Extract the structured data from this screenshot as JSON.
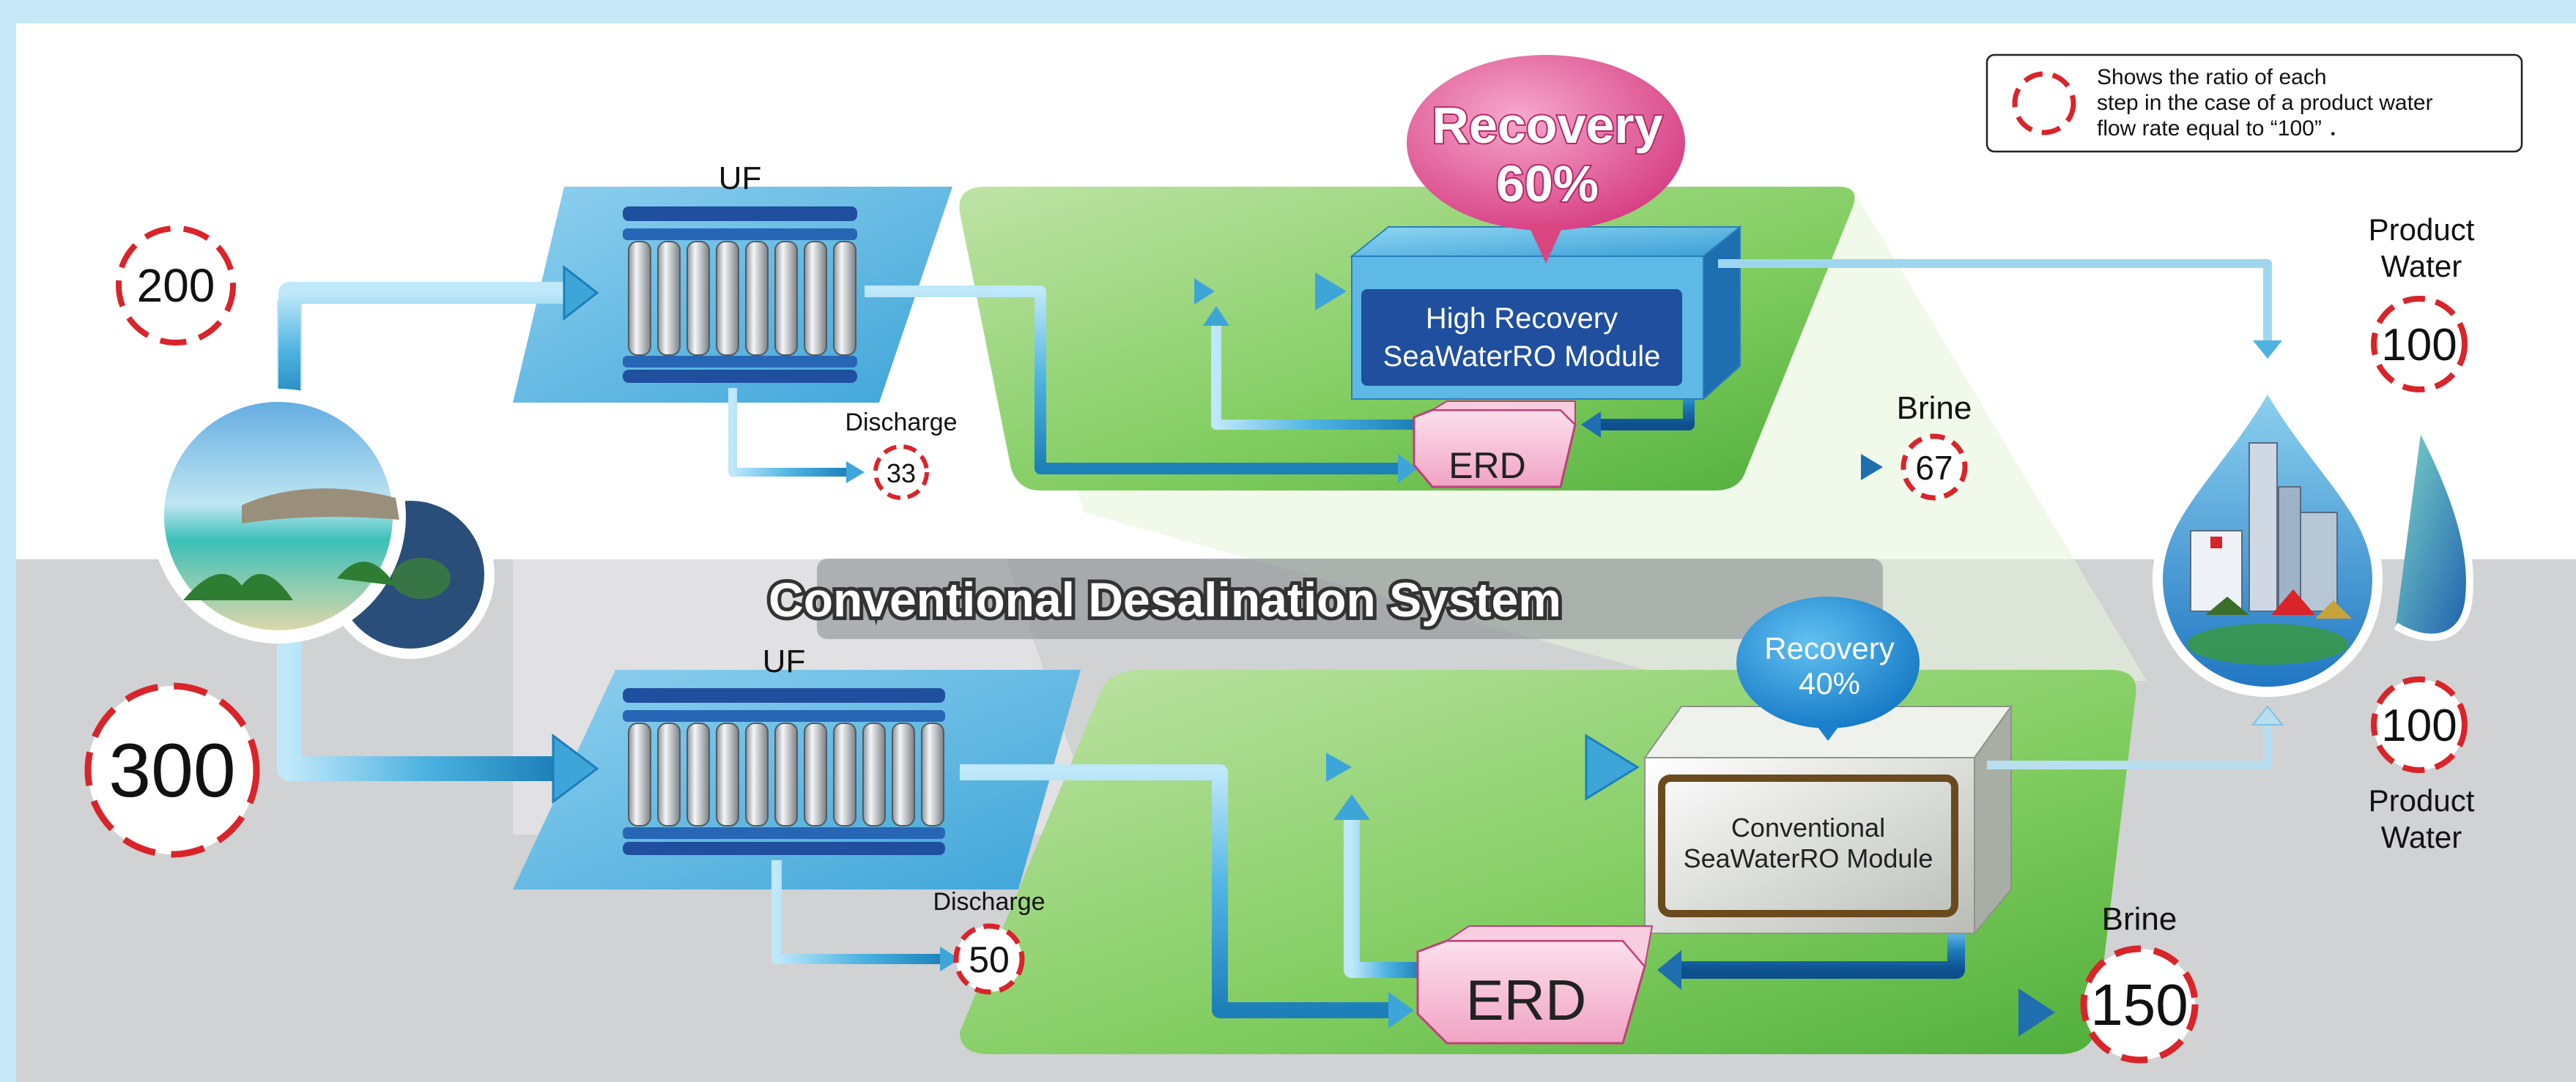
{
  "legend": {
    "line1": "Shows the ratio of each",
    "line2": "step in the case of a product water",
    "line3": "flow rate equal to “100” ．"
  },
  "banner_title": "Conventional Desalination System",
  "intake": {
    "top_ratio": "200",
    "bottom_ratio": "300"
  },
  "top_system": {
    "uf_label": "UF",
    "recovery_label": "Recovery",
    "recovery_value": "60%",
    "module_line1": "High Recovery",
    "module_line2": "SeaWaterRO Module",
    "erd_label": "ERD",
    "discharge_label": "Discharge",
    "discharge_ratio": "33",
    "brine_label": "Brine",
    "brine_ratio": "67",
    "product_label_line1": "Product",
    "product_label_line2": "Water",
    "product_ratio": "100"
  },
  "bottom_system": {
    "uf_label": "UF",
    "recovery_label": "Recovery",
    "recovery_value": "40%",
    "module_line1": "Conventional",
    "module_line2": "SeaWaterRO Module",
    "erd_label": "ERD",
    "discharge_label": "Discharge",
    "discharge_ratio": "50",
    "brine_label": "Brine",
    "brine_ratio": "150",
    "product_label_line1": "Product",
    "product_label_line2": "Water",
    "product_ratio": "100"
  },
  "colors": {
    "sky": "#c6e8f7",
    "white_panel": "#ffffff",
    "gray_panel": "#d1d2d4",
    "green": "#6cbf4e",
    "pipe_blue": "#5ab6de",
    "ratio_red": "#d9242a",
    "recovery_pink": "#e0488c",
    "recovery_blue": "#1f8fd6",
    "module_navy": "#1f4f9e",
    "erd_pink": "#f7bcd6"
  }
}
